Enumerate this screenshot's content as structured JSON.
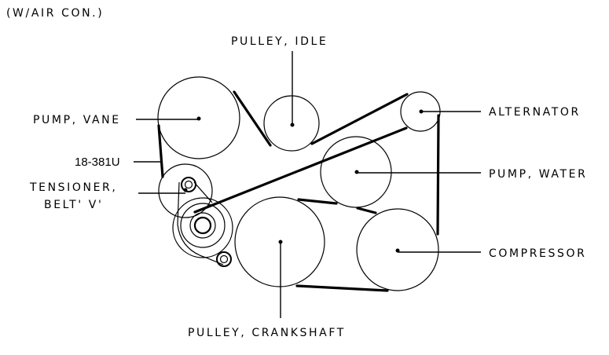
{
  "title": "(W/AIR CON.)",
  "components": {
    "pulley_idle": "PULLEY, IDLE",
    "pump_vane": "PUMP, VANE",
    "alternator": "ALTERNATOR",
    "pump_water": "PUMP, WATER",
    "part_number": "18-381U",
    "tensioner_line1": "TENSIONER,",
    "tensioner_line2": "BELT' V'",
    "compressor": "COMPRESSOR",
    "pulley_crankshaft": "PULLEY, CRANKSHAFT"
  }
}
